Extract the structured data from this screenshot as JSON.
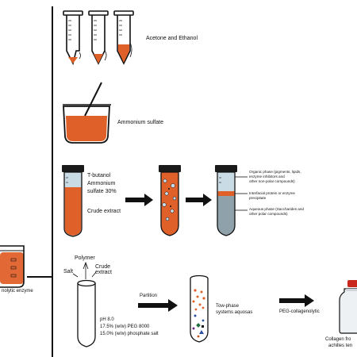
{
  "colors": {
    "liquid": "#e0602a",
    "liquid_dark": "#c8501f",
    "cap": "#1a1a1a",
    "tube_light": "#c9dce6",
    "tube_grey": "#8fa1aa",
    "line": "#111111"
  },
  "labels": {
    "solvents": "Acetone and Ethanol",
    "ammonium": "Ammonium sulfate",
    "tbutanol_1": "T-butanol",
    "tbutanol_2": "Ammonium",
    "tbutanol_3": "sulfate 30%",
    "crude": "Crude extract",
    "phase_top_1": "Organic phase (pigments, lipids,",
    "phase_top_2": "enzyme inhibitors and",
    "phase_top_3": "other non-polar compounds)",
    "phase_mid_1": "Interfacial protein or enzyme",
    "phase_mid_2": "precipitate",
    "phase_bot_1": "Aqueous phase (Saccharides and",
    "phase_bot_2": "other polar compounds)",
    "polymer": "Polymer",
    "salt": "Salt",
    "crude_extract_1": "Crude",
    "crude_extract_2": "extract",
    "ph": "pH 8.0",
    "peg": "17.5% (w/w) PEG 8000",
    "phosphate": "15.0% (w/w) phosphate salt",
    "partition": "Partition",
    "two_phase_1": "Tow-phase",
    "two_phase_2": "systems aquosas",
    "peg_collagen": "PEG-collagenolytic",
    "enzyme": "nolytic enzyme",
    "collagen_1": "Collagen fro",
    "collagen_2": "achilles ten"
  }
}
